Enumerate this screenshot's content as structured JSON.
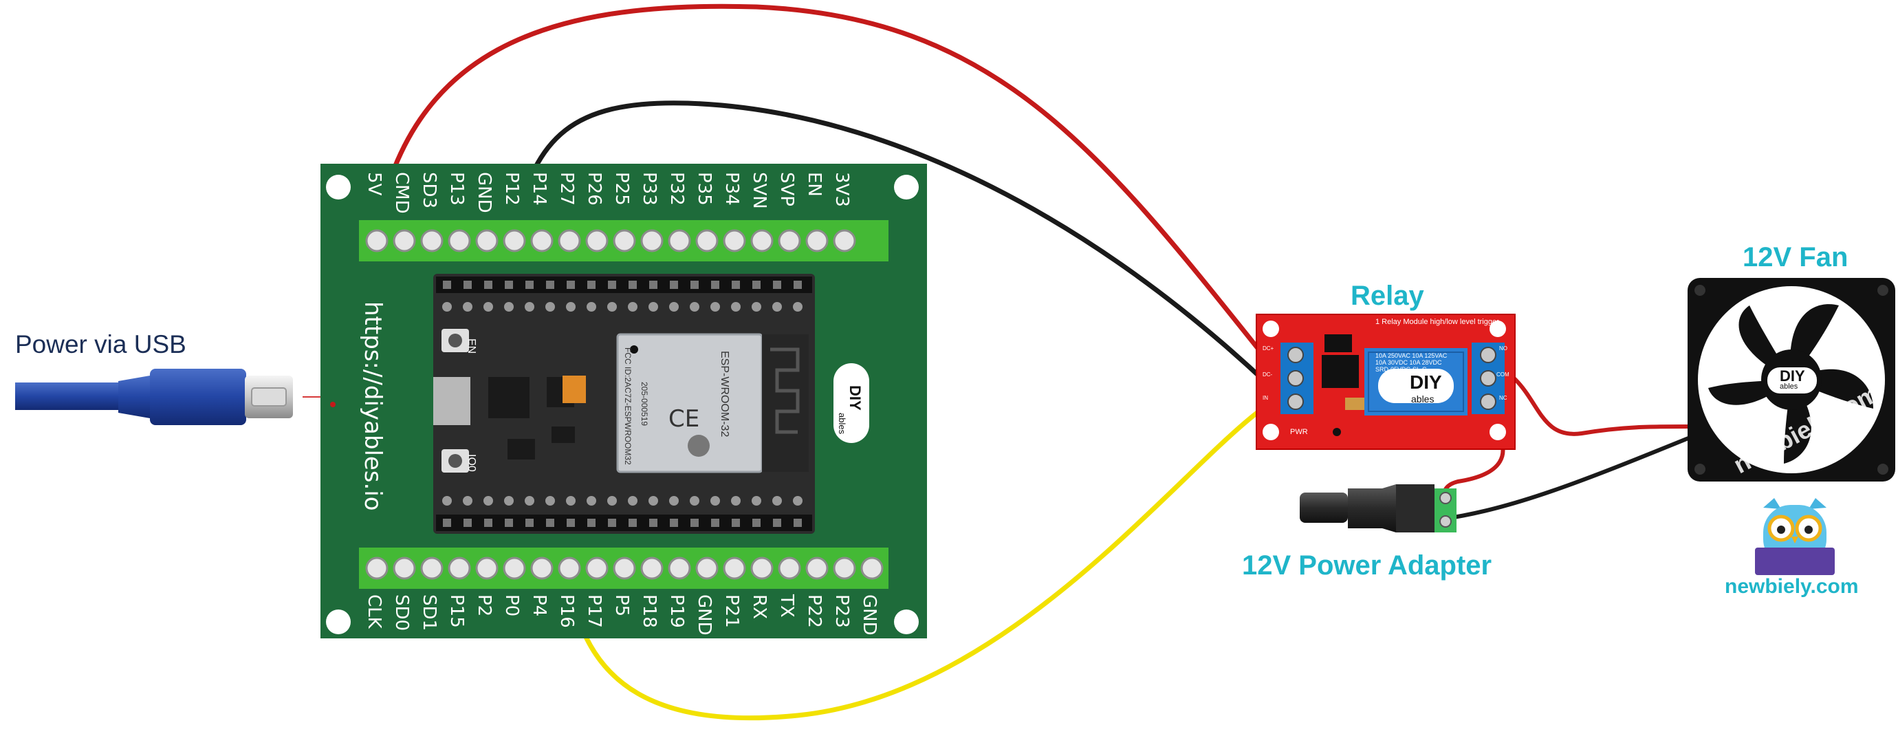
{
  "labels": {
    "power_usb": "Power via USB",
    "relay": "Relay",
    "fan": "12V Fan",
    "adapter": "12V Power Adapter",
    "board_url": "https://diyables.io",
    "watermark": "newbiely.com",
    "owl_caption": "newbiely.com"
  },
  "board": {
    "top_pins": [
      "5V",
      "CMD",
      "SD3",
      "P13",
      "GND",
      "P12",
      "P14",
      "P27",
      "P26",
      "P25",
      "P33",
      "P32",
      "P35",
      "P34",
      "SVN",
      "SVP",
      "EN",
      "3V3"
    ],
    "bottom_pins": [
      "CLK",
      "SD0",
      "SD1",
      "P15",
      "P2",
      "P0",
      "P4",
      "P16",
      "P17",
      "P5",
      "P18",
      "P19",
      "GND",
      "P21",
      "RX",
      "TX",
      "P22",
      "P23",
      "GND"
    ],
    "module_marks": {
      "wroom": "ESP-WROOM-32",
      "fcc": "FCC ID:2AC7Z-ESPWROOM32",
      "model": "205-000519",
      "en": "EN",
      "io0": "IO0",
      "brand_a": "DIY",
      "brand_b": "ables"
    }
  },
  "relay_module": {
    "header_text": "1 Relay Module high/low level trigger",
    "spec_lines": [
      "10A 250VAC 10A 125VAC",
      "10A 30VDC 10A 28VDC",
      "SRD-05VDC-SL-C"
    ],
    "brand_a": "DIY",
    "brand_b": "ables",
    "pwr": "PWR",
    "side_in": [
      "DC+",
      "DC-",
      "IN"
    ],
    "side_out": [
      "NO",
      "COM",
      "NC"
    ]
  },
  "fan": {
    "brand_a": "DIY",
    "brand_b": "ables"
  },
  "wire_colors": {
    "red": "#c41a1a",
    "black": "#1a1a1a",
    "yellow": "#f2e100"
  }
}
